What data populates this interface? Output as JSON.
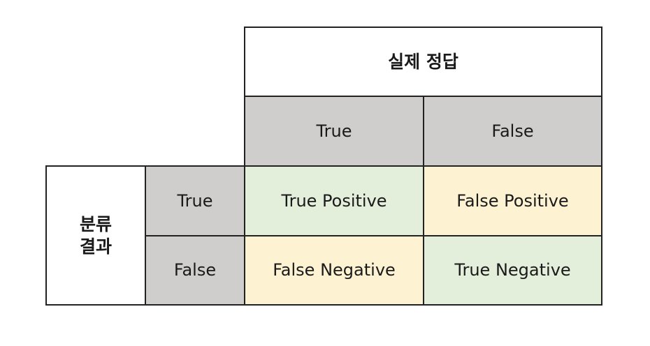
{
  "header": {
    "actual_answer": "실제 정답",
    "classification_result": "분류 결과"
  },
  "columns": [
    {
      "label": "True"
    },
    {
      "label": "False"
    }
  ],
  "rows": [
    {
      "label": "True"
    },
    {
      "label": "False"
    }
  ],
  "cells": {
    "tp": "True Positive",
    "fp": "False Positive",
    "fn": "False Negative",
    "tn": "True Negative"
  },
  "colors": {
    "gray": "#d0cecd",
    "green": "#e3eedb",
    "yellow": "#fdf3d3",
    "border": "#222222"
  }
}
